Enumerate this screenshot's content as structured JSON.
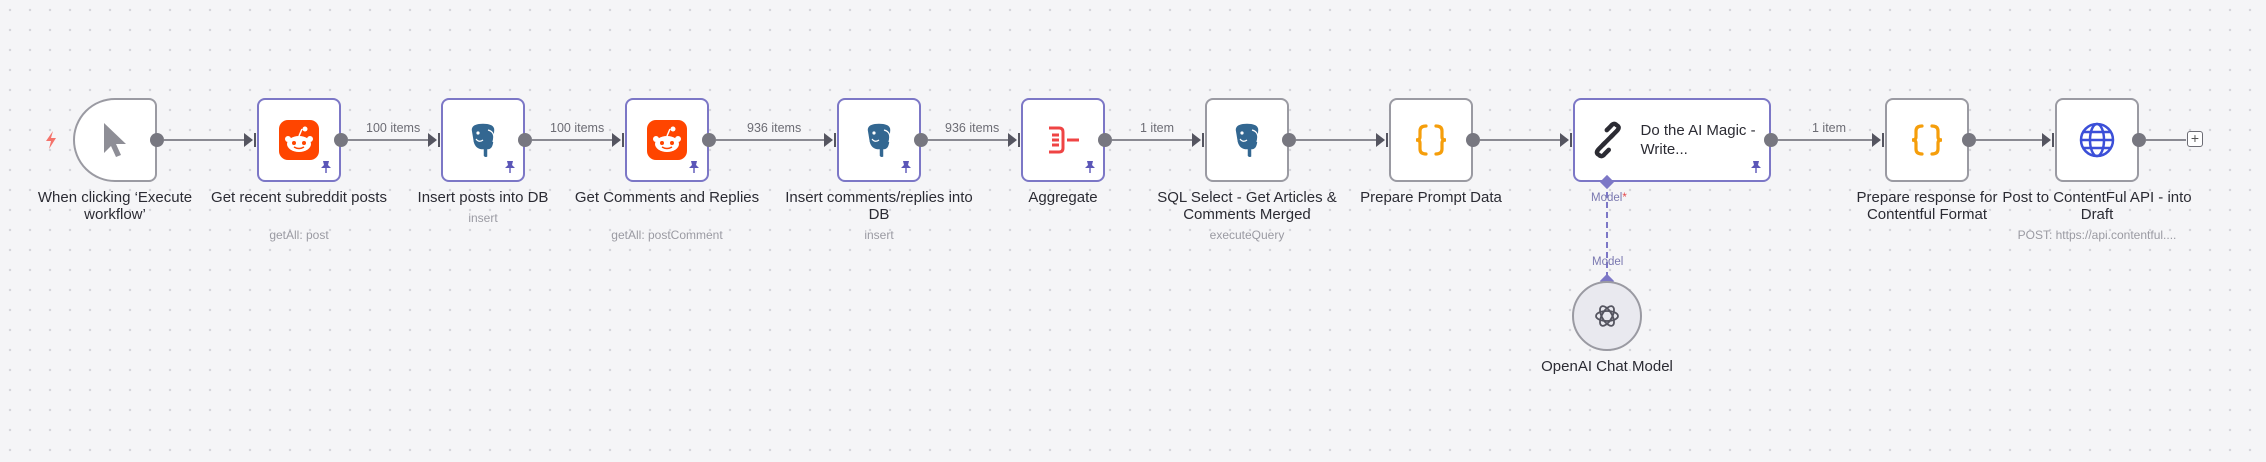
{
  "colors": {
    "accent": "#7c77c6",
    "reddit": "#ff4500",
    "postgres": "#336791",
    "aggregate": "#ef4444",
    "code": "#f59e0b",
    "http": "#3b4fd8"
  },
  "nodes": [
    {
      "id": "trigger",
      "label": "When clicking ‘Execute workflow’",
      "subtitle": "",
      "icon": "cursor-icon"
    },
    {
      "id": "reddit1",
      "label": "Get recent subreddit posts",
      "subtitle": "getAll: post",
      "icon": "reddit-icon"
    },
    {
      "id": "pg1",
      "label": "Insert posts into DB",
      "subtitle": "insert",
      "icon": "postgres-icon"
    },
    {
      "id": "reddit2",
      "label": "Get Comments and Replies",
      "subtitle": "getAll: postComment",
      "icon": "reddit-icon"
    },
    {
      "id": "pg2",
      "label": "Insert comments/replies into DB",
      "subtitle": "insert",
      "icon": "postgres-icon"
    },
    {
      "id": "aggregate",
      "label": "Aggregate",
      "subtitle": "",
      "icon": "aggregate-icon"
    },
    {
      "id": "pg3",
      "label": "SQL Select - Get Articles & Comments Merged",
      "subtitle": "executeQuery",
      "icon": "postgres-icon"
    },
    {
      "id": "code1",
      "label": "Prepare Prompt Data",
      "subtitle": "",
      "icon": "code-braces-icon"
    },
    {
      "id": "ai",
      "label": "Do the AI Magic - Write...",
      "subtitle": "",
      "icon": "chain-link-icon"
    },
    {
      "id": "code2",
      "label": "Prepare response for Contentful Format",
      "subtitle": "",
      "icon": "code-braces-icon"
    },
    {
      "id": "http",
      "label": "Post to ContentFul API - into Draft",
      "subtitle": "POST: https://api.contentful....",
      "icon": "globe-icon"
    }
  ],
  "edges": [
    {
      "label": "100 items"
    },
    {
      "label": "100 items"
    },
    {
      "label": "936 items"
    },
    {
      "label": "936 items"
    },
    {
      "label": "1 item"
    },
    {
      "label": "1 item"
    }
  ],
  "ai_sub": {
    "port_label": "Model",
    "required_mark": "*",
    "connector_label": "Model",
    "model_node_label": "OpenAI Chat Model",
    "model_icon": "openai-icon"
  },
  "add_button": "+"
}
